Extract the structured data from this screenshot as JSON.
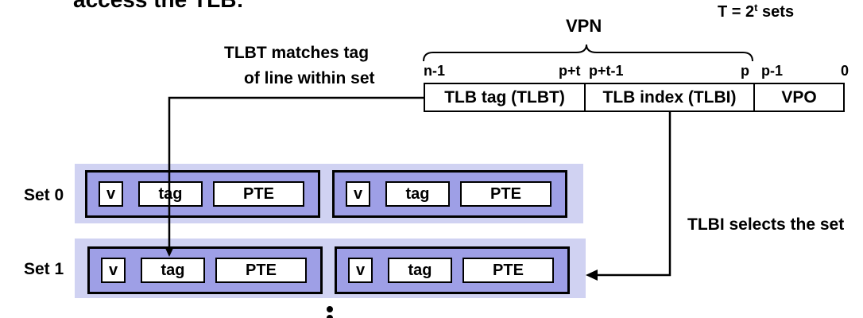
{
  "title_fragment": "access the TLB:",
  "sets_note": {
    "prefix": "T = 2",
    "exp": "t",
    "suffix": " sets"
  },
  "vpn_label": "VPN",
  "match_note": {
    "line1": "TLBT matches tag",
    "line2": "of line within set"
  },
  "bit_labels": {
    "n_minus_1": "n-1",
    "p_plus_t": "p+t",
    "p_plus_t_minus_1": "p+t-1",
    "p": "p",
    "p_minus_1": "p-1",
    "zero": "0"
  },
  "fields": {
    "tag": "TLB tag (TLBT)",
    "index": "TLB index (TLBI)",
    "offset": "VPO"
  },
  "select_note": "TLBI selects the set",
  "sets": [
    {
      "label": "Set 0",
      "lines": [
        {
          "valid": "v",
          "tag": "tag",
          "pte": "PTE"
        },
        {
          "valid": "v",
          "tag": "tag",
          "pte": "PTE"
        }
      ]
    },
    {
      "label": "Set 1",
      "lines": [
        {
          "valid": "v",
          "tag": "tag",
          "pte": "PTE"
        },
        {
          "valid": "v",
          "tag": "tag",
          "pte": "PTE"
        }
      ]
    }
  ],
  "colors": {
    "set_background": "#d0d2f2",
    "line_fill": "#9e9fe6"
  }
}
